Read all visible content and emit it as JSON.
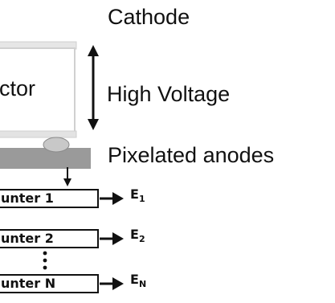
{
  "labels": {
    "cathode": "Cathode",
    "high_voltage": "High Voltage",
    "anodes": "Pixelated anodes",
    "detector_fragment": "ctor"
  },
  "counters": [
    {
      "label": "unter 1",
      "energy": "E",
      "subscript": "1"
    },
    {
      "label": "unter 2",
      "energy": "E",
      "subscript": "2"
    },
    {
      "label": "unter N",
      "energy": "E",
      "subscript": "N"
    }
  ],
  "colors": {
    "detector_fill": "#ffffff",
    "detector_border": "#d0d0d0",
    "anode_fill": "#9a9a9a",
    "bump_fill": "#c8c8c8",
    "text": "#111111"
  }
}
